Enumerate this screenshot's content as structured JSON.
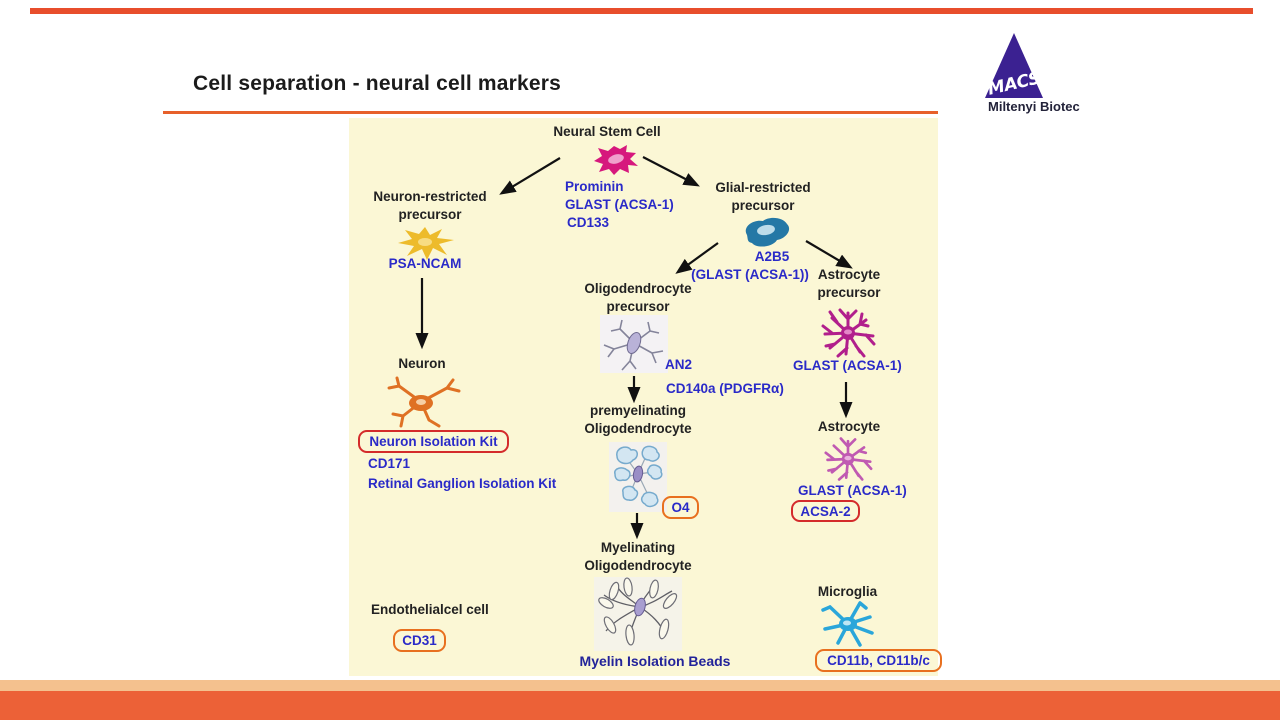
{
  "slide": {
    "title": "Cell separation - neural cell markers",
    "accent_rule_color": "#e7602a",
    "top_bar_color": "#e84e2c",
    "bottom_bar_light_color": "#f4c18e",
    "bottom_bar_dark_color": "#ec6137",
    "panel_background": "#fbf7d5",
    "marker_text_color": "#2a2ac8"
  },
  "logo": {
    "brand": "MACS",
    "company": "Miltenyi Biotec",
    "triangle_color": "#3b2191"
  },
  "diagram": {
    "neural_stem_cell": {
      "label": "Neural Stem Cell",
      "markers": [
        "Prominin",
        "GLAST (ACSA-1)",
        "CD133"
      ]
    },
    "neuron_restricted_precursor": {
      "label_line1": "Neuron-restricted",
      "label_line2": "precursor",
      "marker": "PSA-NCAM"
    },
    "glial_restricted_precursor": {
      "label_line1": "Glial-restricted",
      "label_line2": "precursor",
      "marker_line1": "A2B5",
      "marker_line2": "(GLAST (ACSA-1))"
    },
    "oligodendrocyte_precursor": {
      "label_line1": "Oligodendrocyte",
      "label_line2": "precursor",
      "markers": [
        "AN2",
        "CD140a (PDGFRα)"
      ]
    },
    "astrocyte_precursor": {
      "label_line1": "Astrocyte",
      "label_line2": "precursor",
      "marker": "GLAST (ACSA-1)"
    },
    "neuron": {
      "label": "Neuron",
      "boxed_kit": "Neuron Isolation Kit",
      "marker": "CD171",
      "kit2": "Retinal Ganglion Isolation Kit"
    },
    "premyelinating_oligodendrocyte": {
      "label_line1": "premyelinating",
      "label_line2": "Oligodendrocyte",
      "boxed_marker": "O4"
    },
    "astrocyte": {
      "label": "Astrocyte",
      "marker": "GLAST (ACSA-1)",
      "boxed_marker": "ACSA-2"
    },
    "myelinating_oligodendrocyte": {
      "label_line1": "Myelinating",
      "label_line2": "Oligodendrocyte",
      "product": "Myelin Isolation Beads"
    },
    "endothelial_cell": {
      "label": "Endothelialcel cell",
      "boxed_marker": "CD31"
    },
    "microglia": {
      "label": "Microglia",
      "boxed_marker": "CD11b, CD11b/c"
    }
  }
}
